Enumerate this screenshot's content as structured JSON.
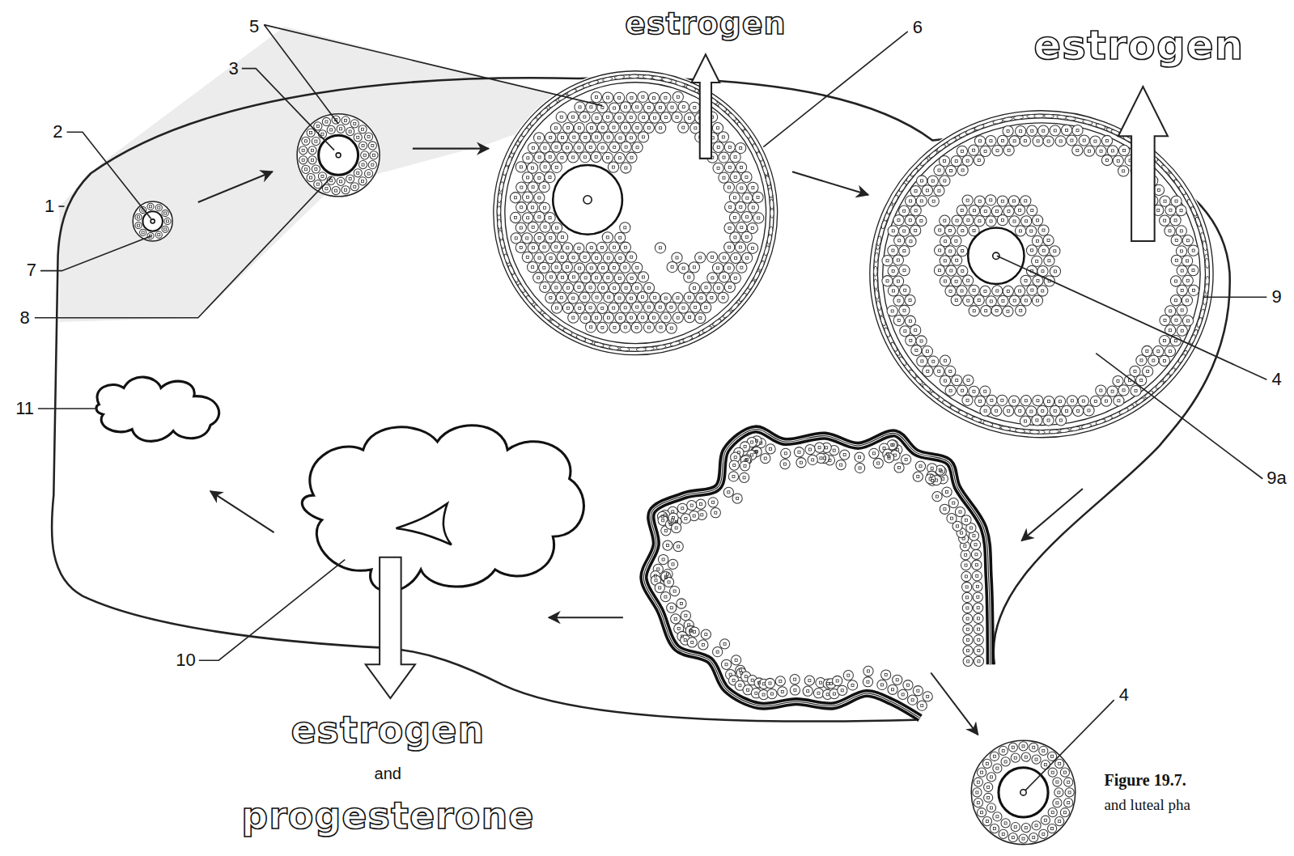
{
  "diagram": {
    "labels": [
      "5",
      "estrogen",
      "6",
      "estrogen",
      "3",
      "2",
      "1",
      "9",
      "7",
      "8",
      "4",
      "11",
      "9a",
      "10",
      "4",
      "estrogen",
      "and",
      "progesterone",
      "Figure 19.7.",
      "and luteal pha"
    ]
  }
}
